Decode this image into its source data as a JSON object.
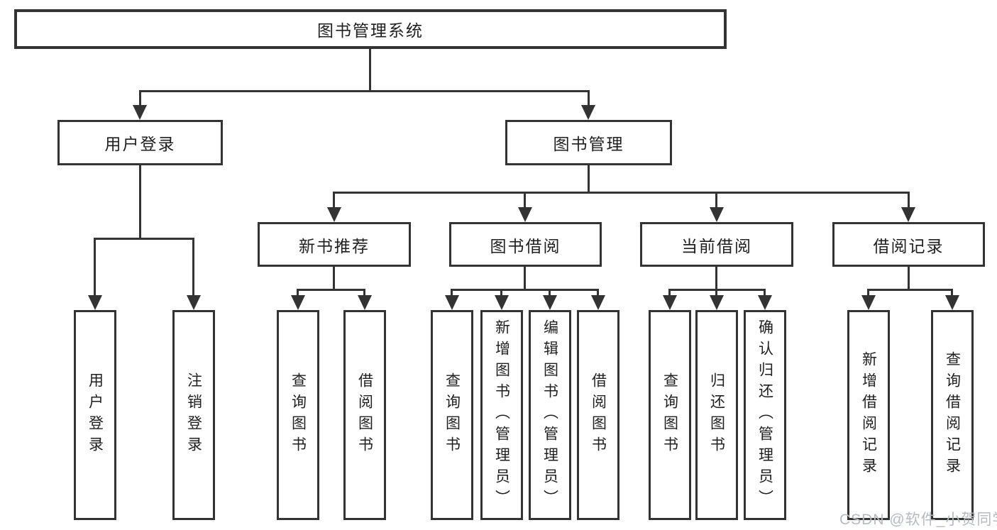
{
  "tree": {
    "root": {
      "label": "图书管理系统"
    },
    "branches": [
      {
        "label": "用户登录",
        "children": [
          {
            "label": "用户登录"
          },
          {
            "label": "注销登录"
          }
        ]
      },
      {
        "label": "图书管理",
        "children": [
          {
            "label": "新书推荐",
            "children": [
              {
                "label": "查询图书"
              },
              {
                "label": "借阅图书"
              }
            ]
          },
          {
            "label": "图书借阅",
            "children": [
              {
                "label": "查询图书"
              },
              {
                "label": "新增图书（管理员）"
              },
              {
                "label": "编辑图书（管理员）"
              },
              {
                "label": "借阅图书"
              }
            ]
          },
          {
            "label": "当前借阅",
            "children": [
              {
                "label": "查询图书"
              },
              {
                "label": "归还图书"
              },
              {
                "label": "确认归还（管理员）"
              }
            ]
          },
          {
            "label": "借阅记录",
            "children": [
              {
                "label": "新增借阅记录"
              },
              {
                "label": "查询借阅记录"
              }
            ]
          }
        ]
      }
    ]
  },
  "watermark": {
    "text": "CSDN @软件_小贺同学",
    "color": "#b6bac1"
  },
  "colors": {
    "background": "#ffffff",
    "box_fill": "#ffffff",
    "box_border": "#333333",
    "connector": "#333333",
    "text": "#1f1f1f"
  }
}
